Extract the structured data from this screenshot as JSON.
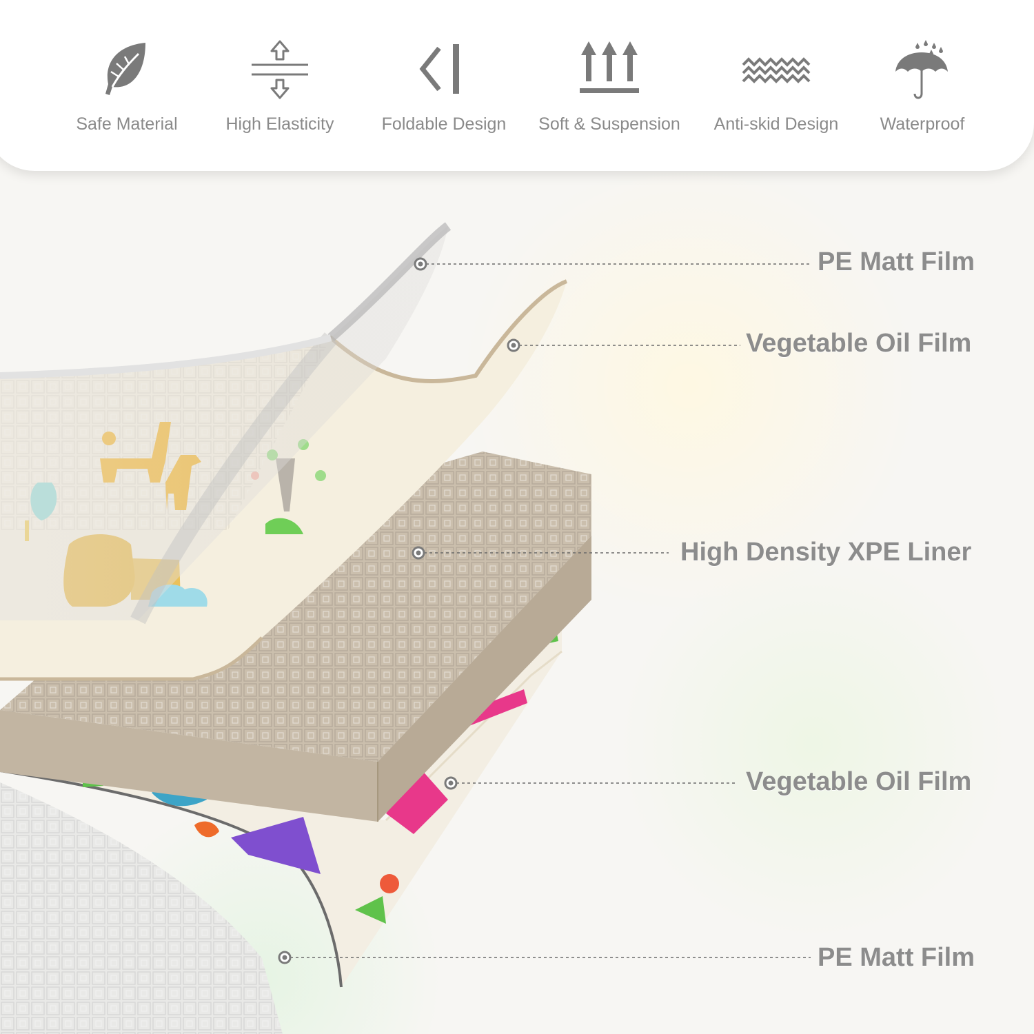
{
  "features": [
    {
      "label": "Safe Material",
      "icon": "leaf-icon"
    },
    {
      "label": "High Elasticity",
      "icon": "elasticity-arrows-icon"
    },
    {
      "label": "Foldable Design",
      "icon": "fold-icon"
    },
    {
      "label": "Soft & Suspension",
      "icon": "up-arrows-icon"
    },
    {
      "label": "Anti-skid Design",
      "icon": "zigzag-icon"
    },
    {
      "label": "Waterproof",
      "icon": "umbrella-rain-icon"
    }
  ],
  "layers": [
    {
      "label": "PE Matt Film"
    },
    {
      "label": "Vegetable Oil Film"
    },
    {
      "label": "High Density XPE Liner"
    },
    {
      "label": "Vegetable Oil Film"
    },
    {
      "label": "PE Matt Film"
    }
  ],
  "colors": {
    "icon": "#7a7a7a",
    "label": "#8a8a8a",
    "callout_text": "#8c8c8c",
    "foam": "#c9bca8",
    "film_cream": "#efe8d8"
  }
}
